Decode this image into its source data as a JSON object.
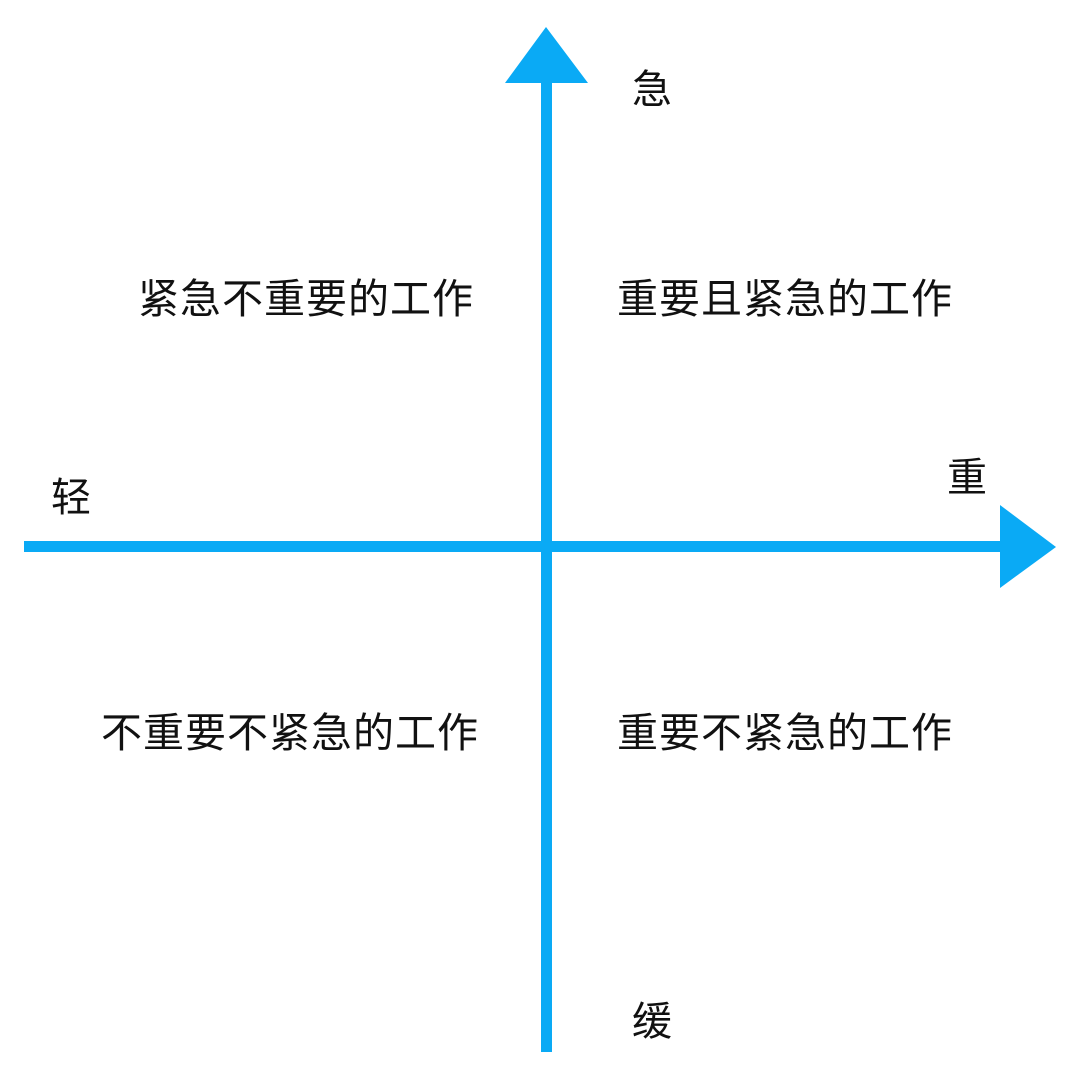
{
  "diagram": {
    "type": "quadrant-matrix",
    "axis_color": "#0AAAF5",
    "axes": {
      "vertical": {
        "top_label": "急",
        "bottom_label": "缓"
      },
      "horizontal": {
        "left_label": "轻",
        "right_label": "重"
      }
    },
    "quadrants": {
      "top_left": "紧急不重要的工作",
      "top_right": "重要且紧急的工作",
      "bottom_left": "不重要不紧急的工作",
      "bottom_right": "重要不紧急的工作"
    }
  }
}
